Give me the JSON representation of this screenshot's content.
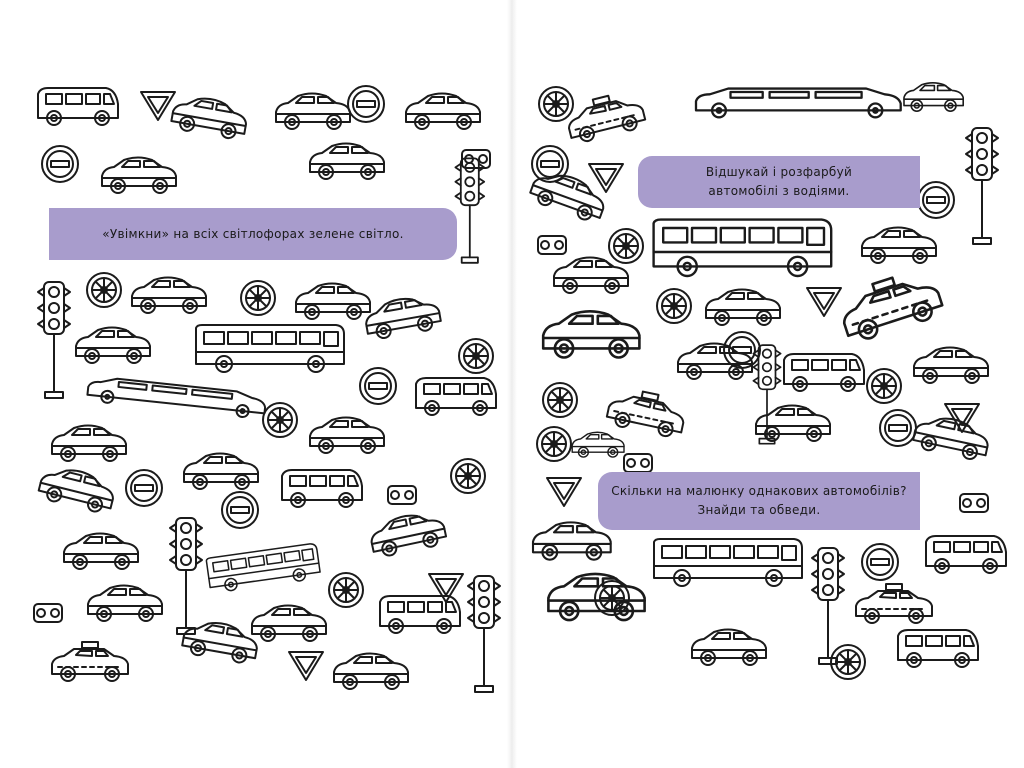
{
  "left_page": {
    "banner": {
      "text": "«Увімкни» на всіх світлофорах зелене світло."
    }
  },
  "right_page": {
    "banner_top": {
      "line1": "Відшукай і розфарбуй",
      "line2": "автомобілі з водіями."
    },
    "banner_bottom": {
      "line1": "Скільки на малюнку однакових автомобілів?",
      "line2": "Знайди та обведи."
    }
  },
  "colors": {
    "banner": "#a89ccc",
    "ink": "#1b1b1b",
    "paper": "#ffffff"
  },
  "icons": [
    "traffic-light-icon",
    "wheel-icon",
    "no-entry-sign-icon",
    "yield-sign-icon",
    "car-icon",
    "bus-icon",
    "taxi-icon",
    "limousine-icon"
  ]
}
